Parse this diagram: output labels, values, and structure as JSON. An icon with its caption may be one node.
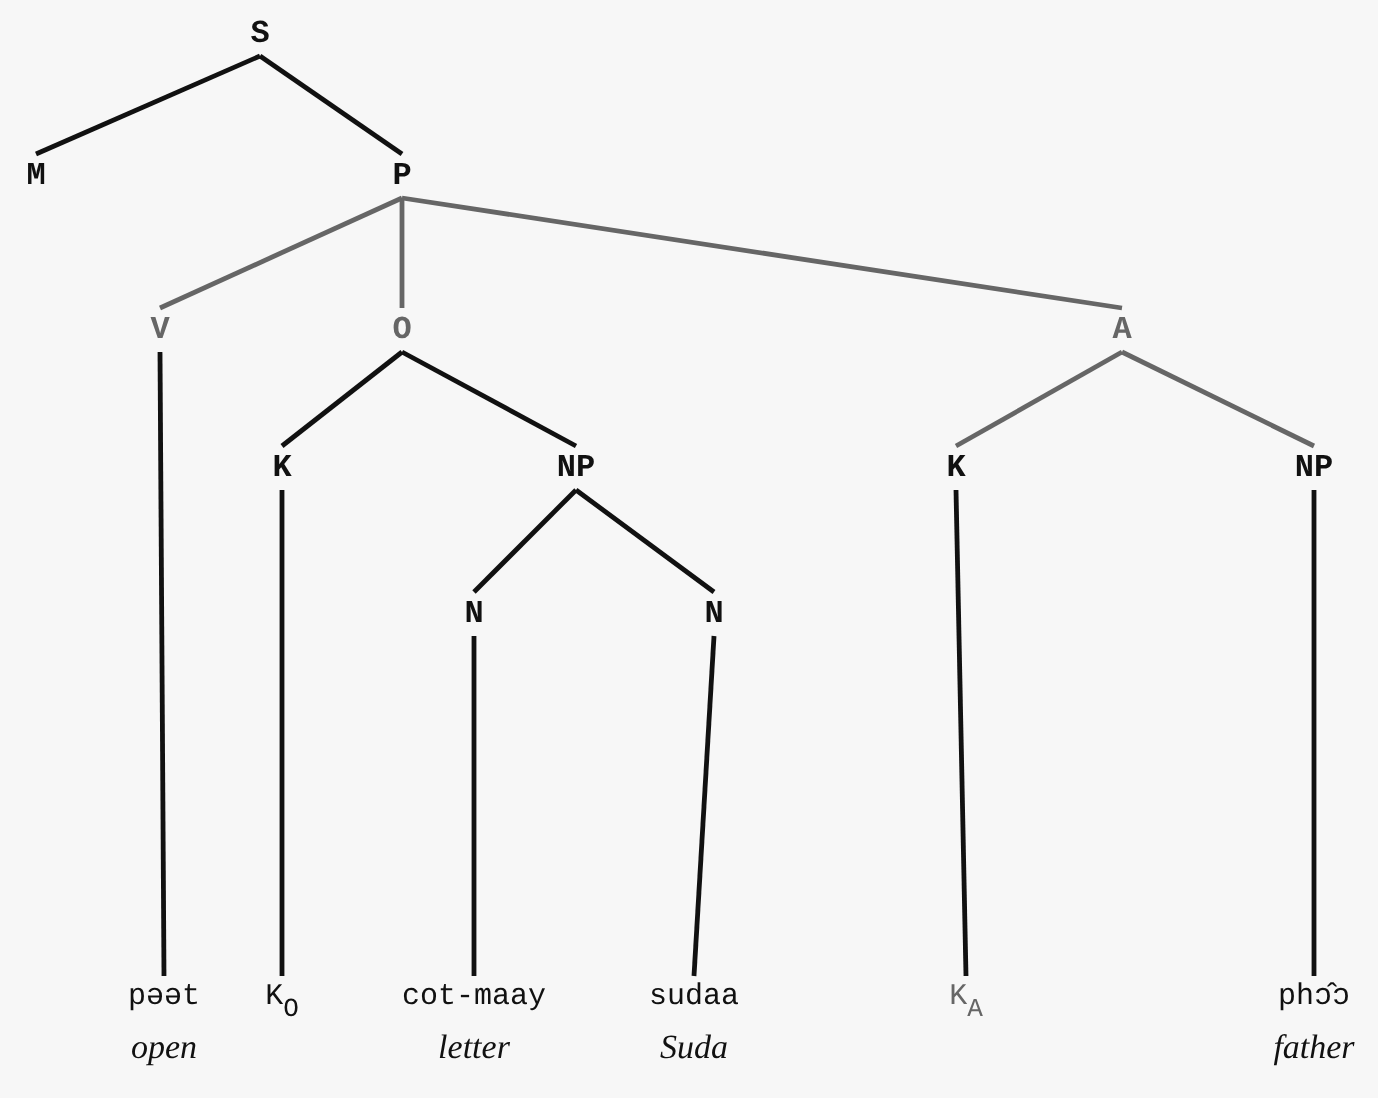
{
  "diagram": {
    "nodes": [
      {
        "text": [
          "S"
        ]
      },
      {
        "text": [
          "M"
        ]
      },
      {
        "text": [
          "P"
        ]
      },
      {
        "text": [
          "V"
        ]
      },
      {
        "text": [
          "O"
        ]
      },
      {
        "text": [
          "A"
        ]
      },
      {
        "text": [
          "K"
        ]
      },
      {
        "text": [
          "NP"
        ]
      },
      {
        "text": [
          "N"
        ]
      },
      {
        "text": [
          "N"
        ]
      },
      {
        "text": [
          "K"
        ]
      },
      {
        "text": [
          "NP"
        ]
      },
      {
        "text": [
          "pəət"
        ],
        "beside": [
          "open"
        ]
      },
      {
        "text": [
          "K$_{O}$"
        ]
      },
      {
        "text": [
          "cot-maay"
        ],
        "beside": [
          "letter"
        ]
      },
      {
        "text": [
          "sudaa"
        ],
        "beside": [
          "Suda"
        ]
      },
      {
        "text": [
          "K$_{A}$"
        ]
      },
      {
        "text": [
          "phɔ̂ɔ"
        ],
        "beside": [
          "father"
        ]
      }
    ],
    "edges": [
      {
        "from": 0,
        "to": 1,
        "arrow": "none"
      },
      {
        "from": 0,
        "to": 2,
        "arrow": "none"
      },
      {
        "from": 2,
        "to": 3,
        "arrow": "none",
        "color": "#666666"
      },
      {
        "from": 2,
        "to": 4,
        "arrow": "none",
        "color": "#666666"
      },
      {
        "from": 2,
        "to": 5,
        "arrow": "none",
        "color": "#666666"
      },
      {
        "from": 4,
        "to": 6,
        "arrow": "none"
      },
      {
        "from": 4,
        "to": 7,
        "arrow": "none"
      },
      {
        "from": 7,
        "to": 8,
        "arrow": "none"
      },
      {
        "from": 7,
        "to": 9,
        "arrow": "none"
      },
      {
        "from": 5,
        "to": 10,
        "arrow": "none",
        "color": "#666666"
      },
      {
        "from": 5,
        "to": 11,
        "arrow": "none",
        "color": "#666666"
      },
      {
        "from": 3,
        "to": 12,
        "arrow": "none"
      },
      {
        "from": 6,
        "to": 13,
        "arrow": "none"
      },
      {
        "from": 8,
        "to": 14,
        "arrow": "none"
      },
      {
        "from": 9,
        "to": 15,
        "arrow": "none"
      },
      {
        "from": 10,
        "to": 16,
        "arrow": "none"
      },
      {
        "from": 11,
        "to": 17,
        "arrow": "none"
      }
    ]
  }
}
